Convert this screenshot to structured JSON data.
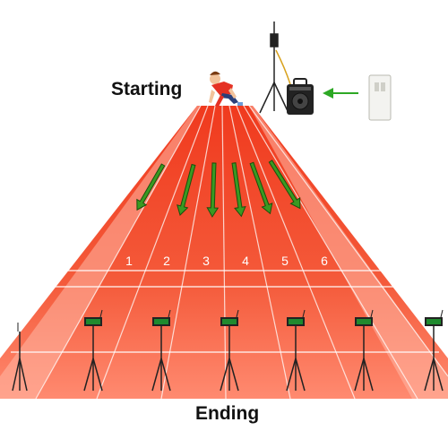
{
  "labels": {
    "start": "Starting",
    "end": "Ending"
  },
  "lanes": [
    "1",
    "2",
    "3",
    "4",
    "5",
    "6"
  ],
  "colors": {
    "track": "#f2542f",
    "track_light": "#ff9478",
    "lane_line": "#ffffff",
    "arrow": "#2d8a1a",
    "arrow_outline": "#1b4e0d",
    "timer_display": "#1f8a2e",
    "text": "#111111"
  },
  "icons": {
    "runner": "runner-icon",
    "speaker": "speaker-icon",
    "antenna_tripod": "antenna-tripod-icon",
    "remote": "remote-control-icon",
    "signal_arrow": "green-arrow-icon",
    "timer": "timer-display-icon"
  }
}
